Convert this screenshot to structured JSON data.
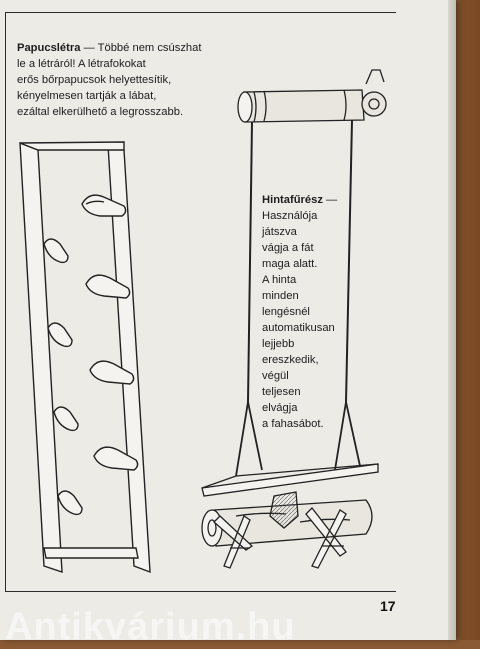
{
  "intro": {
    "title": "Papucslétra",
    "lines": [
      " — Többé nem csúszhat",
      "le a létráról! A létrafokokat",
      "erős bőrpapucsok helyettesítik,",
      "kényelmesen tartják a lábat,",
      "ezáltal elkerülhető a legrosszabb."
    ]
  },
  "swing": {
    "title": "Hintafűrész",
    "lines": [
      " —",
      "Használója",
      "játszva",
      "vágja a fát",
      "maga alatt.",
      "A hinta",
      "minden",
      "lengésnél",
      "automatikusan",
      "lejjebb",
      "ereszkedik,",
      "végül",
      "teljesen",
      "elvágja",
      "a fahasábot."
    ]
  },
  "page_number": "17",
  "watermark": "Antikvárium.hu"
}
